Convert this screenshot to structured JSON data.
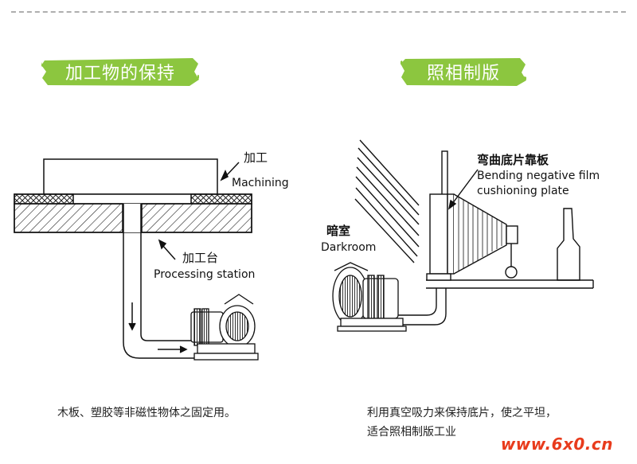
{
  "banners": {
    "left": "加工物的保持",
    "right": "照相制版",
    "color": "#8cc63f"
  },
  "left_diagram": {
    "machining_cn": "加工",
    "machining_en": "Machining",
    "station_cn": "加工台",
    "station_en": "Processing station",
    "caption": "木板、塑胶等非磁性物体之固定用。"
  },
  "right_diagram": {
    "plate_cn": "弯曲底片靠板",
    "plate_en_line1": "Bending negative film",
    "plate_en_line2": "cushioning plate",
    "darkroom_cn": "暗室",
    "darkroom_en": "Darkroom",
    "caption_line1": "利用真空吸力来保持底片，使之平坦，",
    "caption_line2": "适合照相制版工业"
  },
  "watermark": "www.6x0.cn"
}
